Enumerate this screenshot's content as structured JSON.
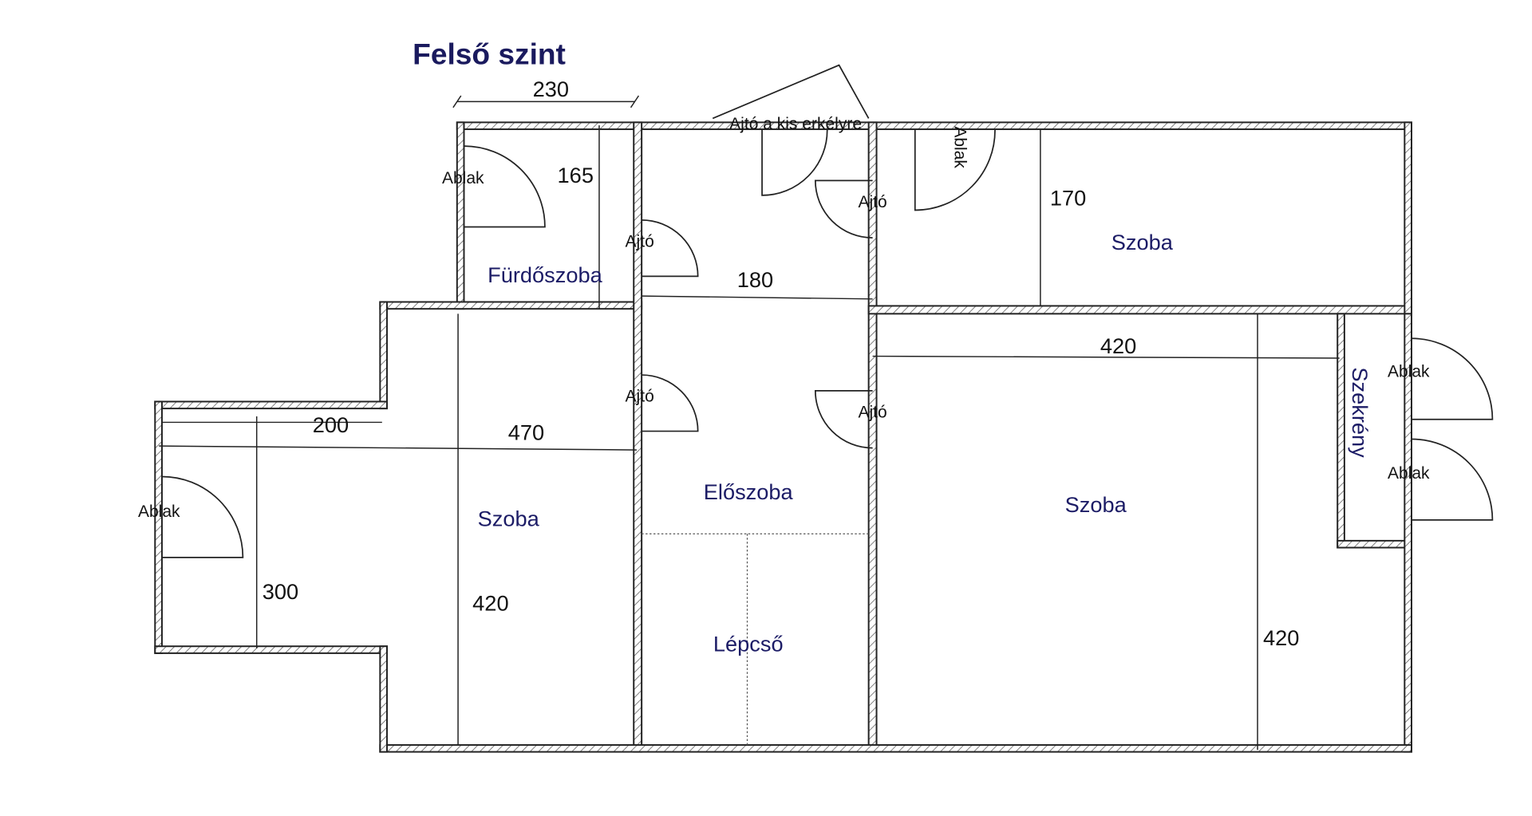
{
  "title": "Felső szint",
  "colors": {
    "room_label": "#1c1c66",
    "walls": "#222222"
  },
  "rooms": {
    "bathroom": "Fürdőszoba",
    "hallway": "Előszoba",
    "stairs": "Lépcső",
    "room_left": "Szoba",
    "room_top_right": "Szoba",
    "room_bottom_right": "Szoba",
    "wardrobe": "Szekrény"
  },
  "openings": {
    "balcony_door": "Ajtó a kis erkélyre",
    "bath_window": "Ablak",
    "bath_door": "Ajtó",
    "top_right_door": "Ajtó",
    "top_right_window": "Ablak",
    "left_room_door": "Ajtó",
    "right_room_door": "Ajtó",
    "left_window": "Ablak",
    "right_window_1": "Ablak",
    "right_window_2": "Ablak"
  },
  "dimensions": {
    "bath_width": "230",
    "bath_depth": "165",
    "hall_width": "180",
    "top_right_depth": "170",
    "right_room_width": "420",
    "right_room_depth": "420",
    "left_room_depth": "420",
    "left_total_width": "470",
    "bay_width": "200",
    "bay_depth": "300"
  }
}
